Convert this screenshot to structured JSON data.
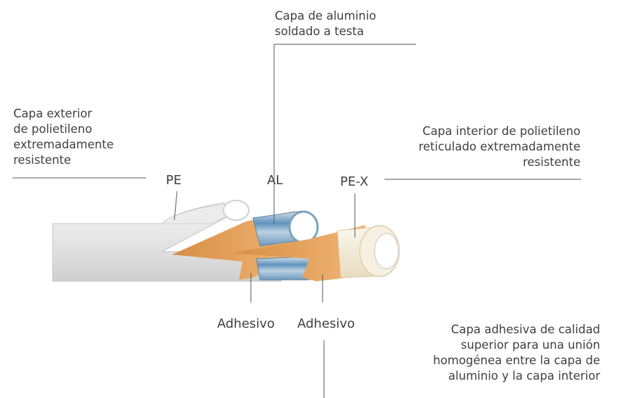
{
  "labels": {
    "aluminum_layer": [
      "Capa de aluminio",
      "soldado a testa"
    ],
    "outer_layer": [
      "Capa exterior",
      "de polietileno",
      "extremadamente",
      "resistente"
    ],
    "inner_layer": [
      "Capa interior de polietileno",
      "reticulado extremadamente",
      "resistente"
    ],
    "adhesive_layer": [
      "Capa adhesiva de calidad",
      "superior para una unión",
      "homogénea entre la capa de",
      "aluminio y la capa interior"
    ]
  },
  "short_labels": {
    "pe": "PE",
    "al": "AL",
    "pex": "PE-X",
    "adhesive_1": "Adhesivo",
    "adhesive_2": "Adhesivo"
  },
  "colors": {
    "pe_outer": "#dcdcdc",
    "aluminum": "#6f9fc4",
    "adhesive": "#e9a55f",
    "pex_inner": "#f3ecd8",
    "leader_lines": "#555555"
  }
}
